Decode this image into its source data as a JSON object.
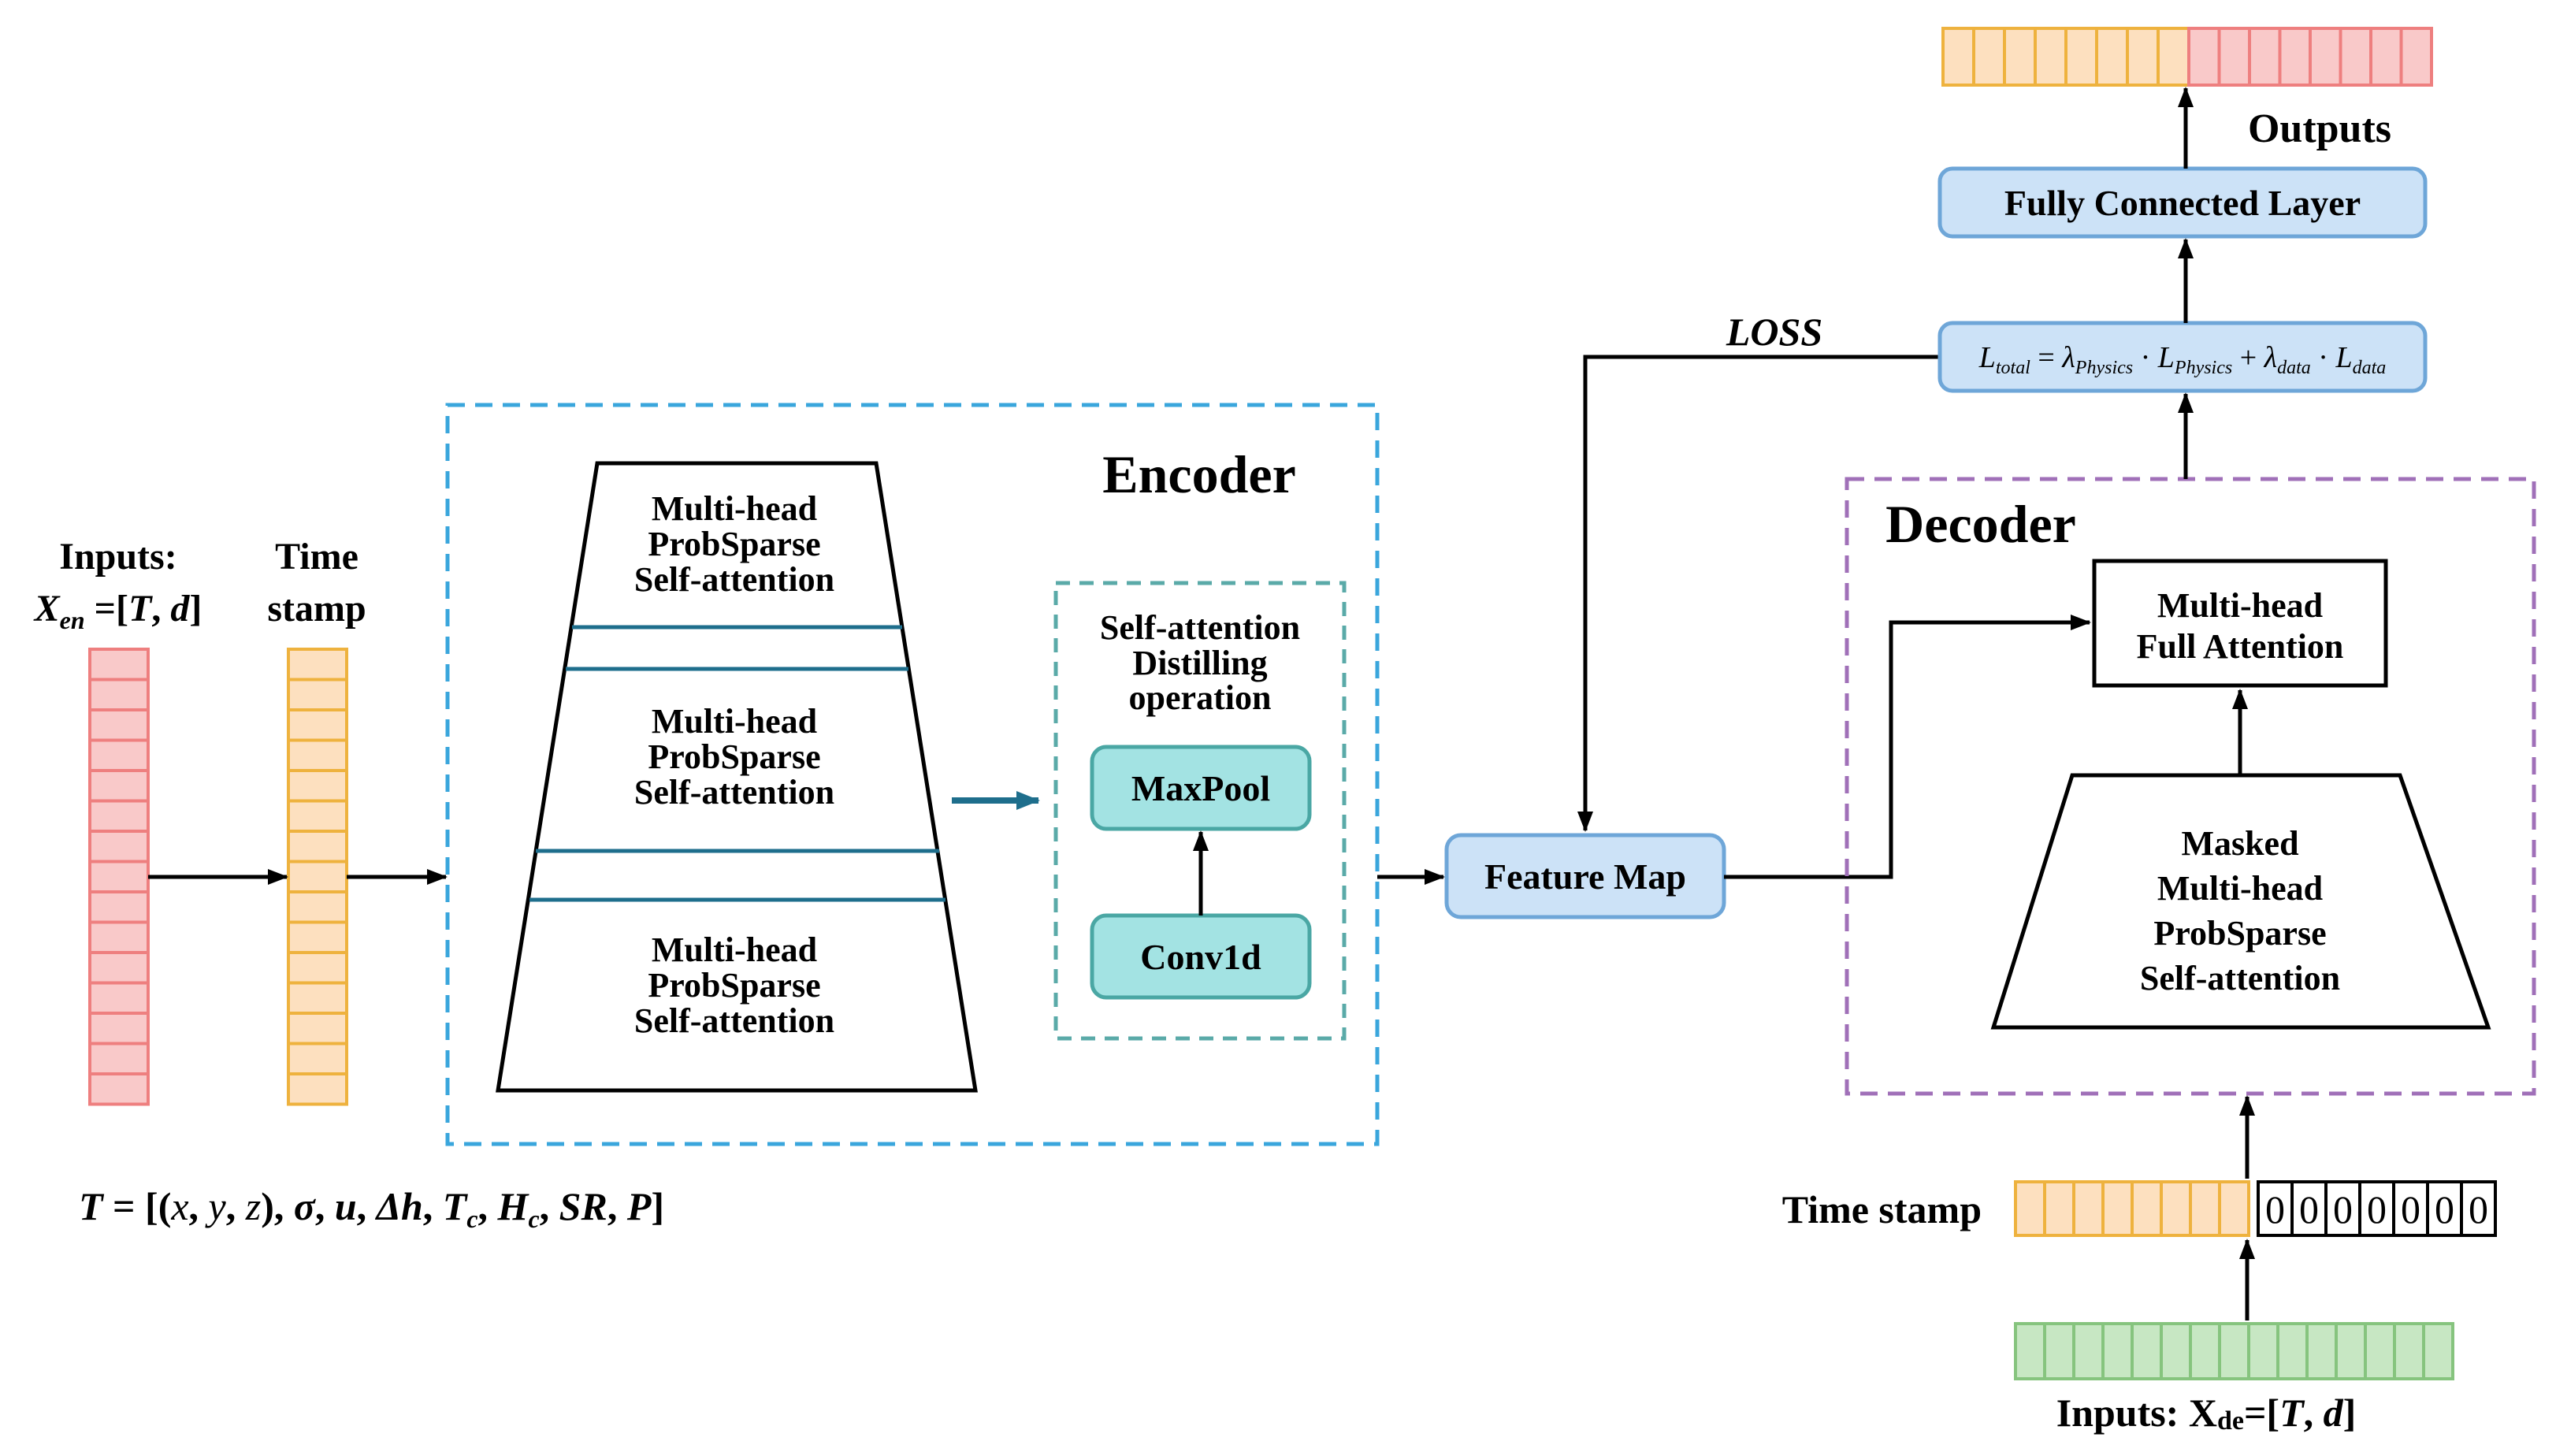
{
  "colors": {
    "encoder_border": "#3aa6dc",
    "decoder_border": "#a070b8",
    "distill_border": "#5aaaa8",
    "teal_fill": "#a3e3e3",
    "teal_stroke": "#4aa7a4",
    "blue_fill": "#cce2f7",
    "blue_stroke": "#6ea6d8",
    "pink_fill": "#f9c9c9",
    "pink_stroke": "#ee7f7f",
    "orange_fill": "#fde0bf",
    "orange_stroke": "#eeb23e",
    "green_fill": "#c7e7c3",
    "green_stroke": "#86c47e",
    "arrow_accent": "#1e6e8c"
  },
  "inputs": {
    "title": "Inputs:",
    "xen_base": "X",
    "xen_sub": "en",
    "xen_rest": " =[",
    "xen_T": "T",
    "xen_comma": ", ",
    "xen_d": "d",
    "xen_close": "]"
  },
  "time_stamp_enc": {
    "line1": "Time",
    "line2": "stamp"
  },
  "encoder": {
    "title": "Encoder",
    "layers": [
      {
        "line1": "Multi-head",
        "line2": "ProbSparse",
        "line3": "Self-attention"
      },
      {
        "line1": "Multi-head",
        "line2": "ProbSparse",
        "line3": "Self-attention"
      },
      {
        "line1": "Multi-head",
        "line2": "ProbSparse",
        "line3": "Self-attention"
      }
    ],
    "distilling": {
      "line1": "Self-attention",
      "line2": "Distilling",
      "line3": "operation",
      "maxpool": "MaxPool",
      "conv1d": "Conv1d"
    }
  },
  "t_formula": {
    "T": "T",
    "eq": " = [(",
    "x": "x",
    "c1": ", ",
    "y": "y",
    "c2": ", ",
    "z": "z",
    "p1": "), ",
    "sigma": "σ",
    "c3": ", ",
    "u": "u",
    "c4": ", ",
    "dh": "Δh",
    "c5": ", ",
    "Tc": "T",
    "Tc_sub": "c",
    "c6": ", ",
    "Hc": "H",
    "Hc_sub": "c",
    "c7": ", ",
    "SR": "SR",
    "c8": ", ",
    "P": "P",
    "end": "]"
  },
  "feature_map": "Feature Map",
  "loss": {
    "label": "LOSS",
    "formula": {
      "L1": "L",
      "L1_sub": "total",
      "eq": " = ",
      "lam1": "λ",
      "lam1_sub": "Physics",
      "dot1": " · ",
      "L2": "L",
      "L2_sub": "Physics",
      "plus": " + ",
      "lam2": "λ",
      "lam2_sub": "data",
      "dot2": " · ",
      "L3": "L",
      "L3_sub": "data"
    }
  },
  "fully_connected": "Fully Connected Layer",
  "outputs": "Outputs",
  "decoder": {
    "title": "Decoder",
    "full_attention": {
      "line1": "Multi-head",
      "line2": "Full Attention"
    },
    "masked": {
      "line1": "Masked",
      "line2": "Multi-head",
      "line3": "ProbSparse",
      "line4": "Self-attention"
    }
  },
  "time_stamp_dec": "Time stamp",
  "zero_cells": [
    "0",
    "0",
    "0",
    "0",
    "0",
    "0",
    "0"
  ],
  "inputs_dec": {
    "prefix": "Inputs: X",
    "sub": "de",
    "rest": "=[",
    "T": "T",
    "comma": ", ",
    "d": "d",
    "close": "]"
  }
}
